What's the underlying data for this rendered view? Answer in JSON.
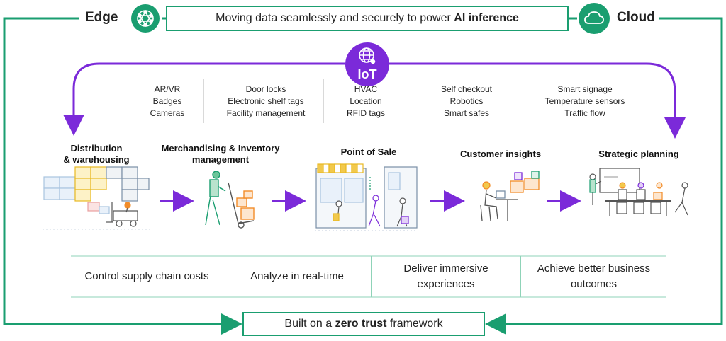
{
  "header": {
    "edge_label": "Edge",
    "cloud_label": "Cloud",
    "banner_prefix": "Moving data seamlessly and securely to power ",
    "banner_bold": "AI inference"
  },
  "iot": {
    "label": "IoT",
    "columns": [
      {
        "items": [
          "AR/VR",
          "Badges",
          "Cameras"
        ]
      },
      {
        "items": [
          "Door locks",
          "Electronic shelf tags",
          "Facility management"
        ]
      },
      {
        "items": [
          "HVAC",
          "Location",
          "RFID tags"
        ]
      },
      {
        "items": [
          "Self checkout",
          "Robotics",
          "Smart safes"
        ]
      },
      {
        "items": [
          "Smart signage",
          "Temperature sensors",
          "Traffic flow"
        ]
      }
    ]
  },
  "stages": [
    {
      "line1": "Distribution",
      "line2": "& warehousing"
    },
    {
      "line1": "Merchandising & Inventory",
      "line2": "management"
    },
    {
      "line1": "Point of Sale",
      "line2": ""
    },
    {
      "line1": "Customer insights",
      "line2": ""
    },
    {
      "line1": "Strategic planning",
      "line2": ""
    }
  ],
  "benefits": [
    {
      "line1": "Control supply chain costs",
      "line2": ""
    },
    {
      "line1": "Analyze in real-time",
      "line2": ""
    },
    {
      "line1": "Deliver immersive",
      "line2": "experiences"
    },
    {
      "line1": "Achieve better business",
      "line2": "outcomes"
    }
  ],
  "footer": {
    "prefix": "Built on a ",
    "bold": "zero trust",
    "suffix": " framework"
  },
  "colors": {
    "green": "#1a9e70",
    "purple": "#7b2ad9",
    "orange": "#f28c28",
    "yellow": "#f2c94c",
    "slate": "#7a8fa6"
  },
  "icons": {
    "edge": "network-node-icon",
    "cloud": "cloud-icon",
    "iot": "globe-network-icon"
  }
}
